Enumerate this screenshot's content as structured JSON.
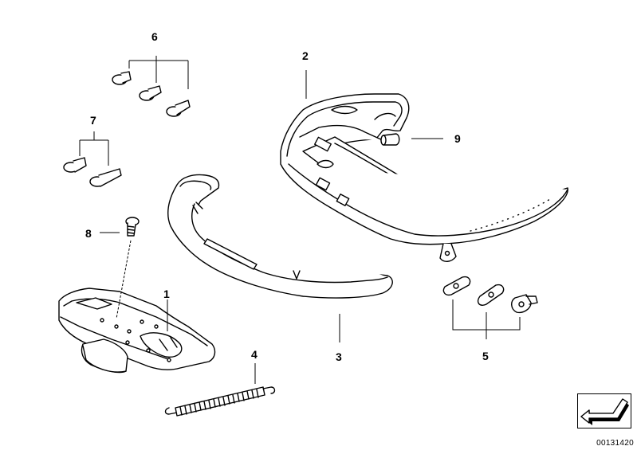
{
  "diagram": {
    "callouts": [
      {
        "id": "1",
        "text": "1"
      },
      {
        "id": "2",
        "text": "2"
      },
      {
        "id": "3",
        "text": "3"
      },
      {
        "id": "4",
        "text": "4"
      },
      {
        "id": "5",
        "text": "5"
      },
      {
        "id": "6",
        "text": "6"
      },
      {
        "id": "7",
        "text": "7"
      },
      {
        "id": "8",
        "text": "8"
      },
      {
        "id": "9",
        "text": "9"
      }
    ],
    "parts": [
      "seat-frame-tray",
      "seat-shell",
      "front-trim-bar",
      "tension-spring",
      "mounting-brackets",
      "collar-screws",
      "shoulder-screws",
      "fillister-screw",
      "sleeve"
    ],
    "reference_code": "00131420",
    "nav_icon": "return-arrow-icon"
  }
}
